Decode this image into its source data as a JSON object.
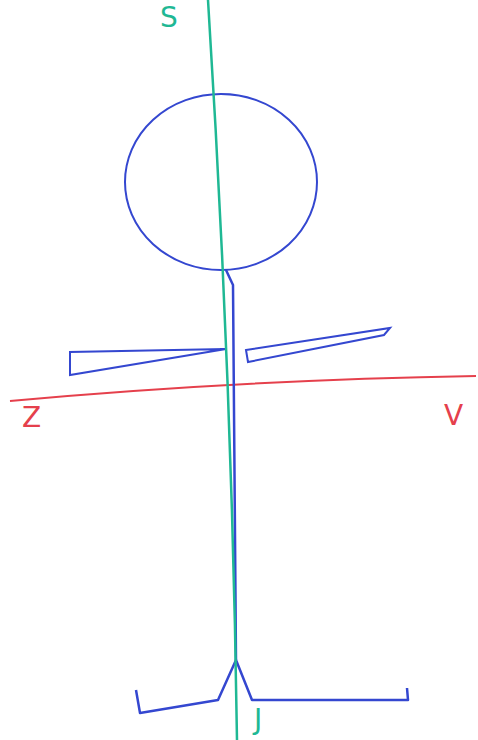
{
  "diagram": {
    "labels": [
      "S",
      "Z",
      "V",
      "J"
    ]
  }
}
